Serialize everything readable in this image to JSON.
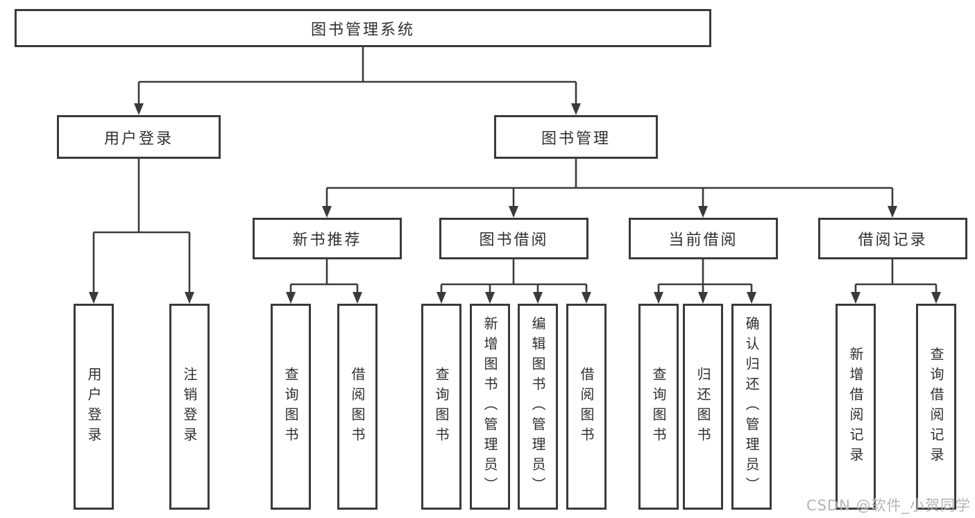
{
  "diagram": {
    "root": {
      "label": "图书管理系统"
    },
    "user_login": {
      "label": "用户登录",
      "children": {
        "login": "用户登录",
        "logout": "注销登录"
      }
    },
    "book_mgmt": {
      "label": "图书管理",
      "modules": {
        "new_books": {
          "label": "新书推荐",
          "children": {
            "query": "查询图书",
            "borrow": "借阅图书"
          }
        },
        "book_borrow": {
          "label": "图书借阅",
          "children": {
            "query": "查询图书",
            "add": "新增图书（管理员）",
            "edit": "编辑图书（管理员）",
            "borrow": "借阅图书"
          }
        },
        "current_borrow": {
          "label": "当前借阅",
          "children": {
            "query": "查询图书",
            "return": "归还图书",
            "confirm": "确认归还（管理员）"
          }
        },
        "borrow_records": {
          "label": "借阅记录",
          "children": {
            "add": "新增借阅记录",
            "query": "查询借阅记录"
          }
        }
      }
    }
  },
  "watermark": {
    "text": "CSDN @软件_小贺同学",
    "color": "#b4b4b4"
  },
  "colors": {
    "line": "#3a3a3a",
    "box_border": "#3a3a3a",
    "box_background": "#ffffff",
    "text": "#2f2f2f",
    "page_background": "#ffffff"
  }
}
